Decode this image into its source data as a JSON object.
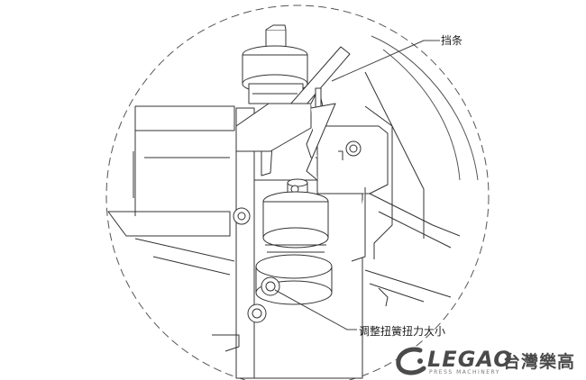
{
  "callouts": {
    "top": "挡条",
    "bottom": "调整扭簧扭力大小"
  },
  "logo": {
    "brand": "LEGAO",
    "chinese": "台灣樂高",
    "subtitle": "PRESS MACHINERY",
    "color": "#4a4a4a"
  }
}
